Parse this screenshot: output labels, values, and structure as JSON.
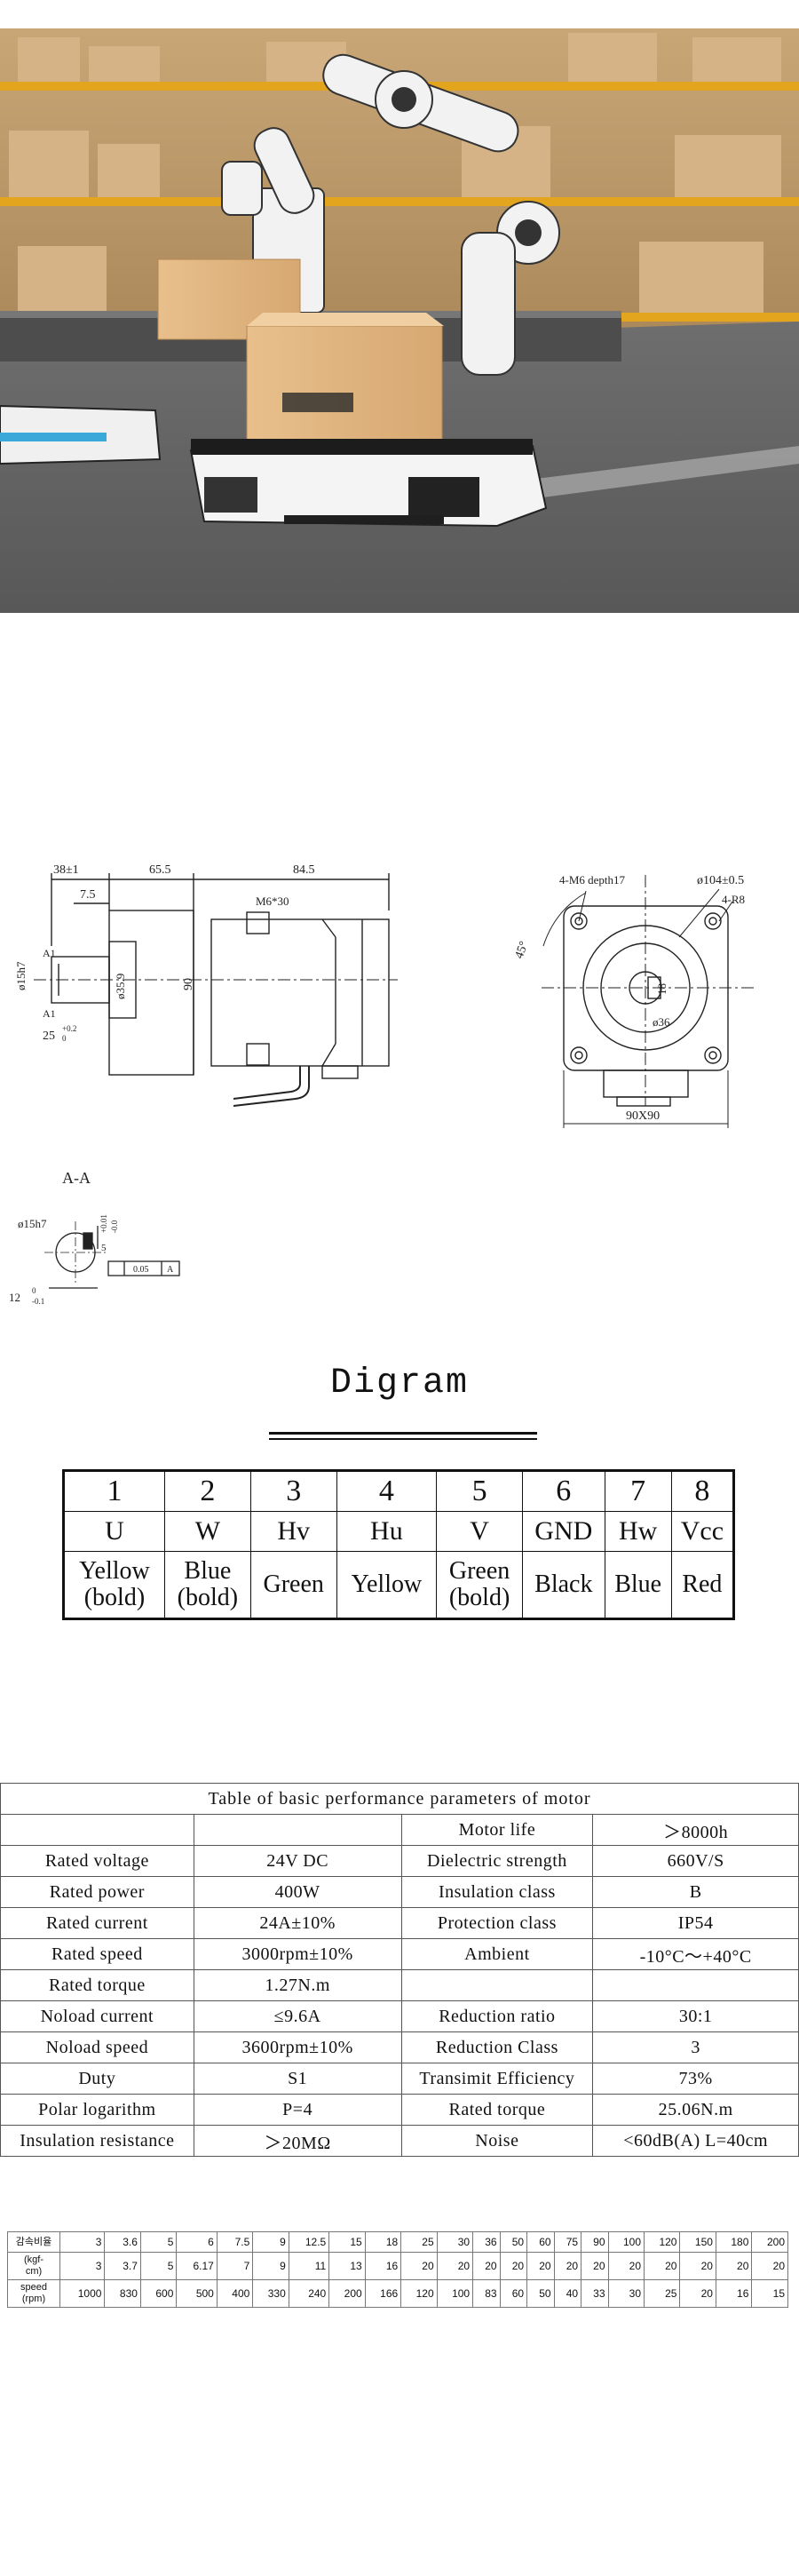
{
  "drawing": {
    "dims": {
      "d38": "38±1",
      "d65": "65.5",
      "d84": "84.5",
      "d7": "7.5",
      "m6": "M6*30",
      "shaft": "ø15h7",
      "d359": "ø35.9",
      "d90": "90",
      "d25": "25",
      "d25tol": "+0.2",
      "d25tol2": "0",
      "a1": "A1",
      "a1b": "A1",
      "holes": "4-M6 depth17",
      "pcd": "ø104±0.5",
      "r8": "4-R8",
      "angle": "45°",
      "key": "18",
      "d36": "ø36",
      "square": "90X90",
      "section": "A-A",
      "sec_shaft": "ø15h7",
      "sec_tol_a": "+0.01",
      "sec_tol_b": "-0.0",
      "sec_key": "5",
      "sec_geo": "0.05",
      "sec_datum": "A",
      "sec_12": "12",
      "sec_12tol": "0",
      "sec_12tol2": "-0.1"
    }
  },
  "diagram": {
    "title": "Digram",
    "numbers": [
      "1",
      "2",
      "3",
      "4",
      "5",
      "6",
      "7",
      "8"
    ],
    "signals": [
      "U",
      "W",
      "Hv",
      "Hu",
      "V",
      "GND",
      "Hw",
      "Vcc"
    ],
    "colors": [
      [
        "Yellow",
        "(bold)"
      ],
      [
        "Blue",
        "(bold)"
      ],
      [
        "Green",
        ""
      ],
      [
        "Yellow",
        ""
      ],
      [
        "Green",
        "(bold)"
      ],
      [
        "Black",
        ""
      ],
      [
        "Blue",
        ""
      ],
      [
        "Red",
        ""
      ]
    ]
  },
  "performance": {
    "caption": "Table of basic performance parameters of motor",
    "rows": [
      [
        "",
        "",
        "Motor life",
        "＞8000h"
      ],
      [
        "Rated voltage",
        "24V DC",
        "Dielectric strength",
        "660V/S"
      ],
      [
        "Rated power",
        "400W",
        "Insulation class",
        "B"
      ],
      [
        "Rated current",
        "24A±10%",
        "Protection class",
        "IP54"
      ],
      [
        "Rated speed",
        "3000rpm±10%",
        "Ambient",
        "-10°C～+40°C"
      ],
      [
        "Rated torque",
        "1.27N.m",
        "",
        ""
      ],
      [
        "Noload current",
        "≤9.6A",
        "Reduction ratio",
        "30:1"
      ],
      [
        "Noload speed",
        "3600rpm±10%",
        "Reduction Class",
        "3"
      ],
      [
        "Duty",
        "S1",
        "Transimit Efficiency",
        "73%"
      ],
      [
        "Polar logarithm",
        "P=4",
        "Rated torque",
        "25.06N.m"
      ],
      [
        "Insulation resistance",
        "＞20MΩ",
        "Noise",
        "<60dB(A) L=40cm"
      ]
    ]
  },
  "ratio": {
    "labels": [
      [
        "감속비율"
      ],
      [
        "(kgf-",
        "cm)"
      ],
      [
        "speed",
        "(rpm)"
      ]
    ],
    "ratios": [
      "3",
      "3.6",
      "5",
      "6",
      "7.5",
      "9",
      "12.5",
      "15",
      "18",
      "25",
      "30",
      "36",
      "50",
      "60",
      "75",
      "90",
      "100",
      "120",
      "150",
      "180",
      "200"
    ],
    "torque": [
      "3",
      "3.7",
      "5",
      "6.17",
      "7",
      "9",
      "11",
      "13",
      "16",
      "20",
      "20",
      "20",
      "20",
      "20",
      "20",
      "20",
      "20",
      "20",
      "20",
      "20",
      "20"
    ],
    "speed": [
      "1000",
      "830",
      "600",
      "500",
      "400",
      "330",
      "240",
      "200",
      "166",
      "120",
      "100",
      "83",
      "60",
      "50",
      "40",
      "33",
      "30",
      "25",
      "20",
      "16",
      "15"
    ]
  }
}
